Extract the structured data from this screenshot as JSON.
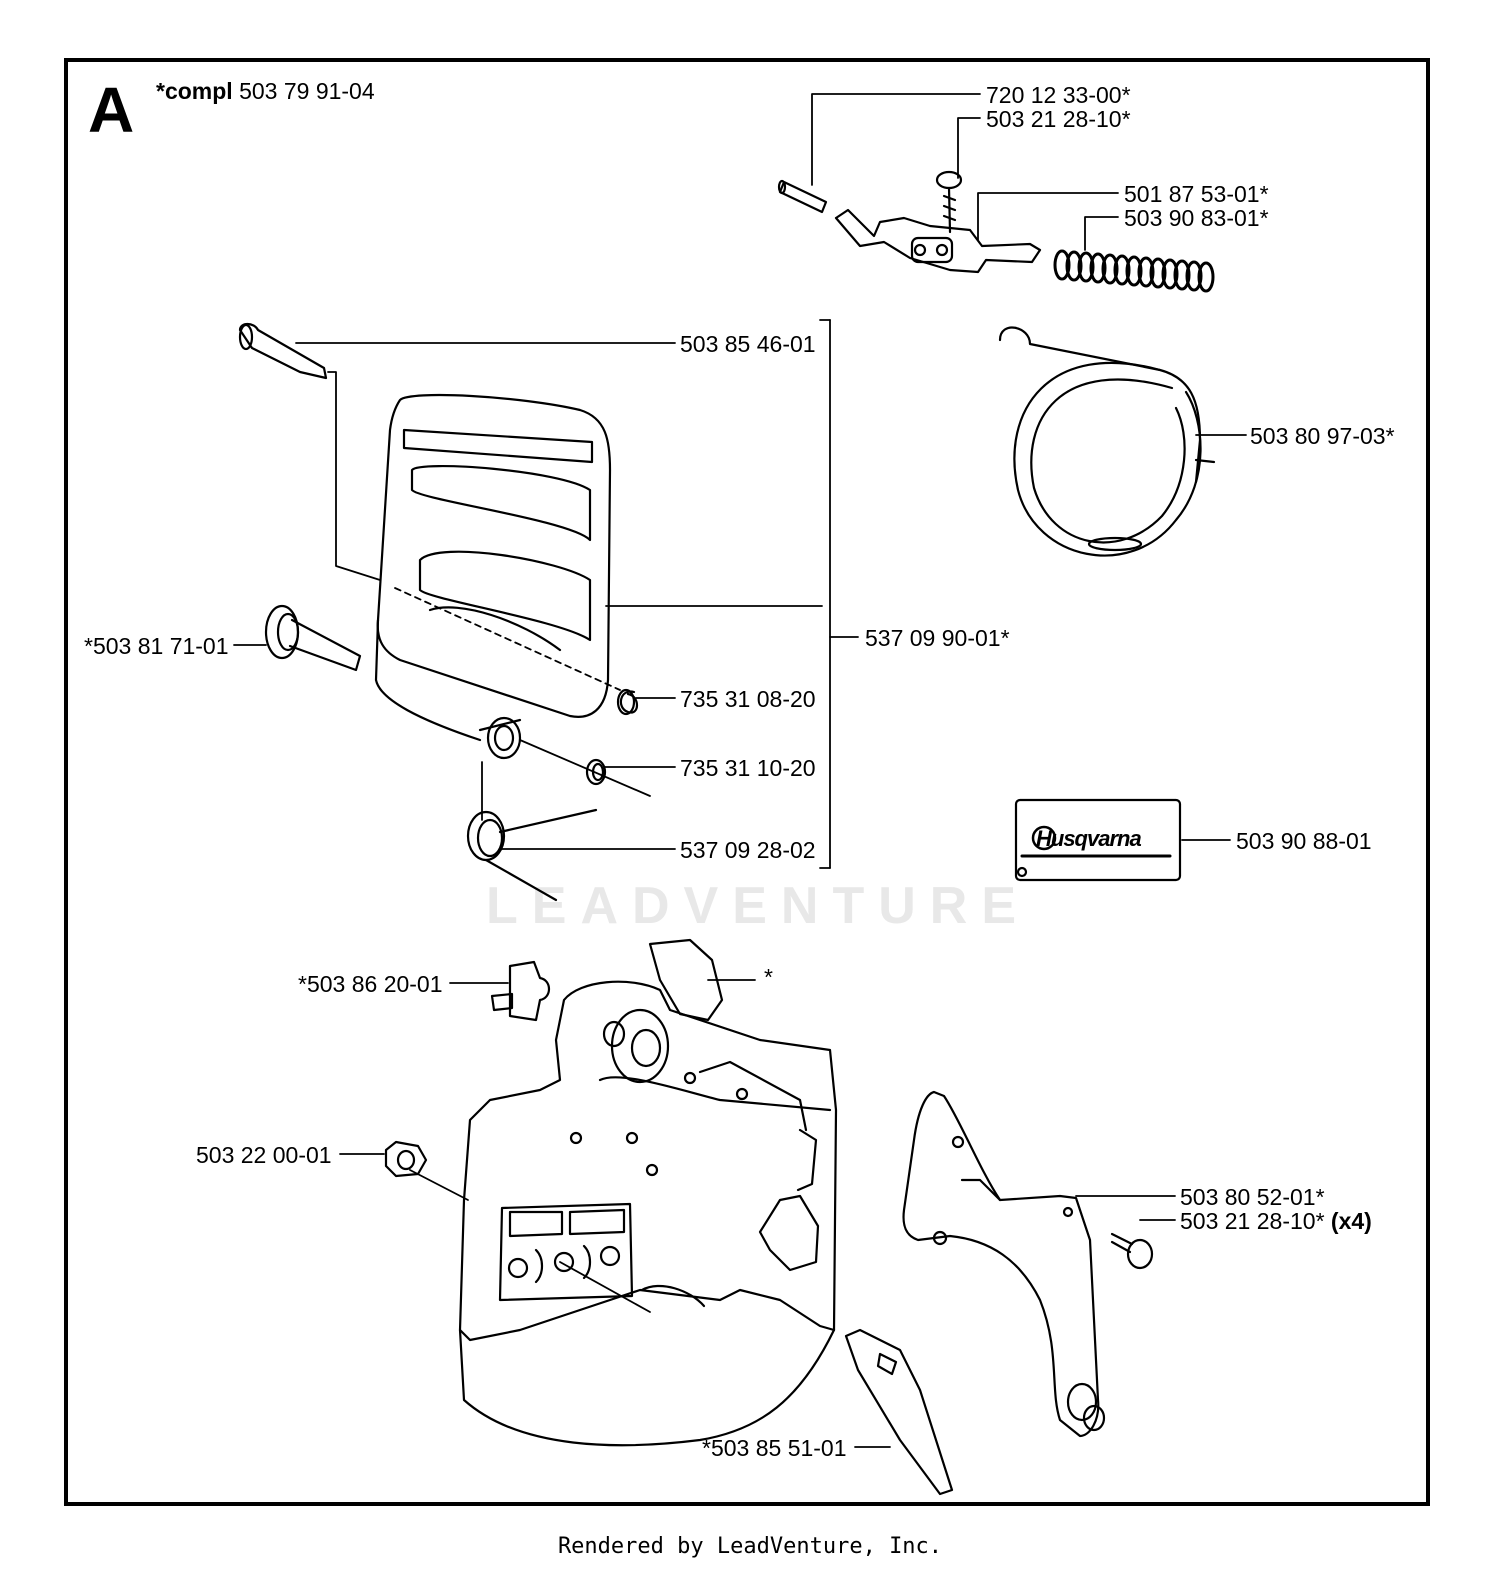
{
  "watermark": "LEADVENTURE",
  "section_letter": "A",
  "compl": {
    "prefix": "*compl",
    "number": "503 79 91-04"
  },
  "labels": {
    "p720123300": "720 12 33-00*",
    "p503212810a": "503 21 28-10*",
    "p501875301": "501 87 53-01*",
    "p503908301": "503 90 83-01*",
    "p503854601": "503 85 46-01",
    "p503809703": "503 80 97-03*",
    "p537099001": "537 09 90-01*",
    "p503817101": "*503 81 71-01",
    "p735310820": "735 31 08-20",
    "p735311020": "735 31 10-20",
    "p537092802": "537 09 28-02",
    "p503908801": "503 90 88-01",
    "p503862001": "*503 86 20-01",
    "star": "*",
    "p503220001": "503 22 00-01",
    "p503805201": "503 80 52-01*",
    "p503212810b": "503 21 28-10*",
    "x4": "(x4)",
    "p503855101": "*503 85 51-01"
  },
  "decal_brand": "Husqvarna",
  "footer": "Rendered by LeadVenture, Inc."
}
